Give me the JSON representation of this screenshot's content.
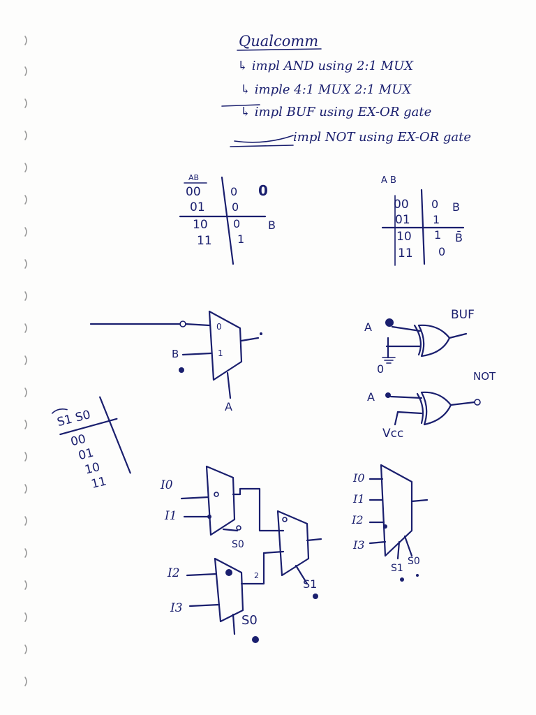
{
  "header": {
    "title": "Qualcomm",
    "tasks": [
      "↳ impl AND using 2:1 MUX",
      "↳ imple 4:1 MUX  2:1 MUX",
      "↳ impl BUF using EX-OR gate",
      "impl NOT using EX-OR gate"
    ]
  },
  "truth_table_and": {
    "header": "AB",
    "rows": [
      "00",
      "01",
      "10",
      "11"
    ],
    "outputs": [
      "0",
      "0",
      "0",
      "1"
    ],
    "notes": [
      "0",
      "B"
    ]
  },
  "truth_table_xor": {
    "header": "A B",
    "rows": [
      "00",
      "01",
      "10",
      "11"
    ],
    "outputs": [
      "0",
      "1",
      "1",
      "0"
    ],
    "notes": [
      "B",
      "B̄"
    ]
  },
  "mux_and": {
    "inputs": [
      "0",
      "1"
    ],
    "labels": {
      "b": "B",
      "a": "A"
    }
  },
  "xor_gates": {
    "buf_label": "BUF",
    "not_label": "NOT",
    "buf_input": "A",
    "buf_tie": "0",
    "not_input": "A",
    "not_tie": "Vcc"
  },
  "select_table": {
    "header": "S1 S0",
    "rows": [
      "00",
      "01",
      "10",
      "11"
    ]
  },
  "mux4_tree": {
    "inputs": [
      "I0",
      "I1",
      "I2",
      "I3"
    ],
    "select_inner": "S0",
    "select_final": "S1",
    "select_bottom": "S0"
  },
  "mux4_block": {
    "inputs": [
      "I0",
      "I1",
      "I2",
      "I3"
    ],
    "selects": [
      "S1",
      "S0"
    ]
  }
}
